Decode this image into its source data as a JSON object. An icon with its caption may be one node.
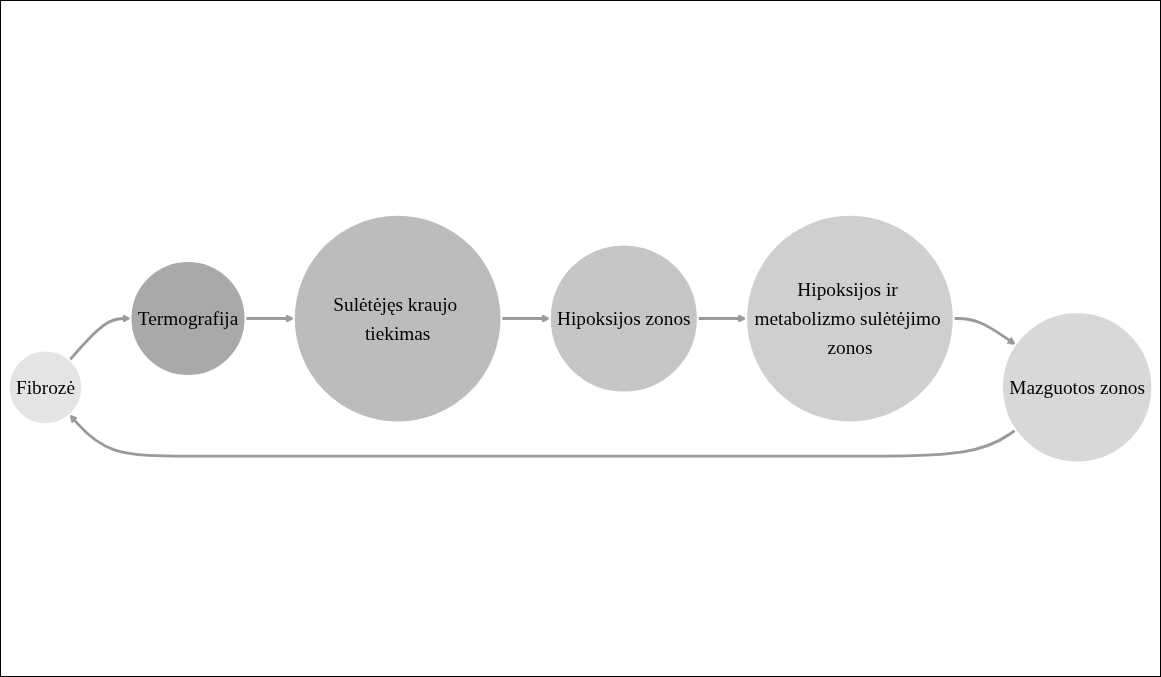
{
  "diagram": {
    "nodes": [
      {
        "text": [
          "Fibrozė"
        ]
      },
      {
        "text": [
          "Termografija"
        ]
      },
      {
        "text": [
          "Sulėtėjęs kraujo tiekimas"
        ]
      },
      {
        "text": [
          "Hipoksijos zonos"
        ]
      },
      {
        "text": [
          "Hipoksijos ir metabolizmo sulėtėjimo zonos"
        ]
      },
      {
        "text": [
          "Mazguotos zonos"
        ]
      }
    ],
    "edges": [
      {
        "from": 0,
        "to": 1,
        "arrow": "to"
      },
      {
        "from": 1,
        "to": 2,
        "arrow": "to"
      },
      {
        "from": 2,
        "to": 3,
        "arrow": "to"
      },
      {
        "from": 3,
        "to": 4,
        "arrow": "to"
      },
      {
        "from": 4,
        "to": 5,
        "arrow": "to"
      },
      {
        "from": 5,
        "to": 0,
        "arrow": "to"
      }
    ]
  }
}
